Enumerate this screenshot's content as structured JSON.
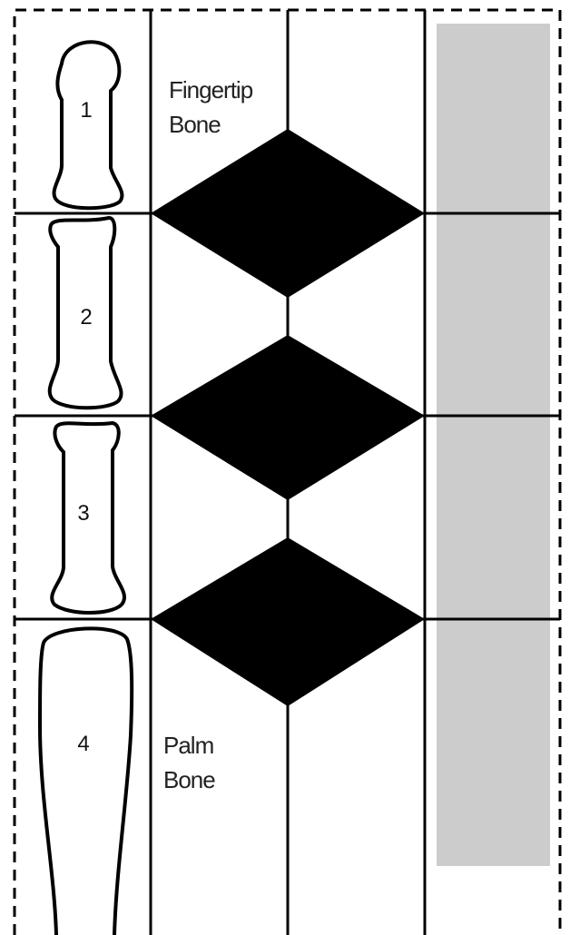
{
  "bones": [
    {
      "number": "1"
    },
    {
      "number": "2"
    },
    {
      "number": "3"
    },
    {
      "number": "4"
    }
  ],
  "labels": {
    "top_line1": "Fingertip",
    "top_line2": "Bone",
    "bottom_line1": "Palm",
    "bottom_line2": "Bone"
  },
  "colors": {
    "line": "#000000",
    "diamond": "#000000",
    "side_panel": "#cccccc",
    "bone_fill": "#ffffff"
  }
}
